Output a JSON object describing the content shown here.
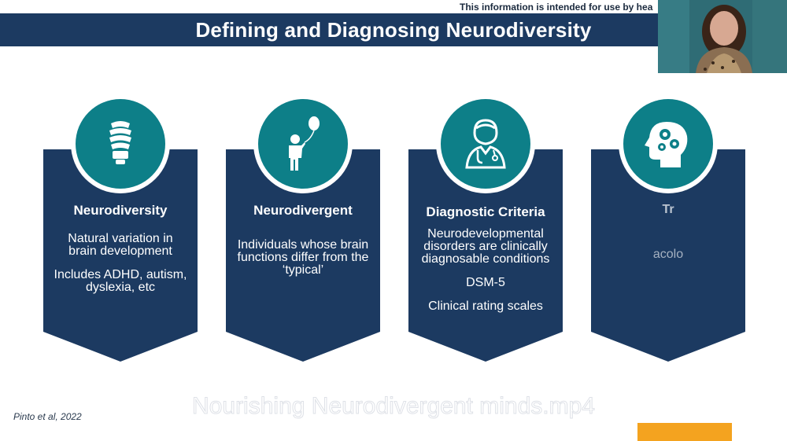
{
  "disclaimer": "This information is intended for use by hea",
  "slide": {
    "title": "Defining and Diagnosing Neurodiversity",
    "citation": "Pinto et al, 2022"
  },
  "cards": [
    {
      "heading": "Neurodiversity",
      "icon": "lightbulb-icon",
      "lines": [
        "Natural variation in brain development",
        "Includes ADHD, autism, dyslexia, etc"
      ]
    },
    {
      "heading": "Neurodivergent",
      "icon": "child-balloon-icon",
      "lines": [
        "Individuals whose brain functions differ from the ‘typical’"
      ]
    },
    {
      "heading": "Diagnostic Criteria",
      "icon": "doctor-icon",
      "lines": [
        "Neurodevelopmental disorders are clinically diagnosable conditions",
        "DSM-5",
        "Clinical rating scales"
      ]
    },
    {
      "heading": "Tr",
      "icon": "head-gears-icon",
      "lines": [
        "acolo"
      ]
    }
  ],
  "video": {
    "filename_overlay": "Nourishing Neurodivergent minds.mp4"
  },
  "colors": {
    "navy": "#1c3a61",
    "teal": "#0d7f88",
    "accent_orange": "#f4a31f"
  }
}
